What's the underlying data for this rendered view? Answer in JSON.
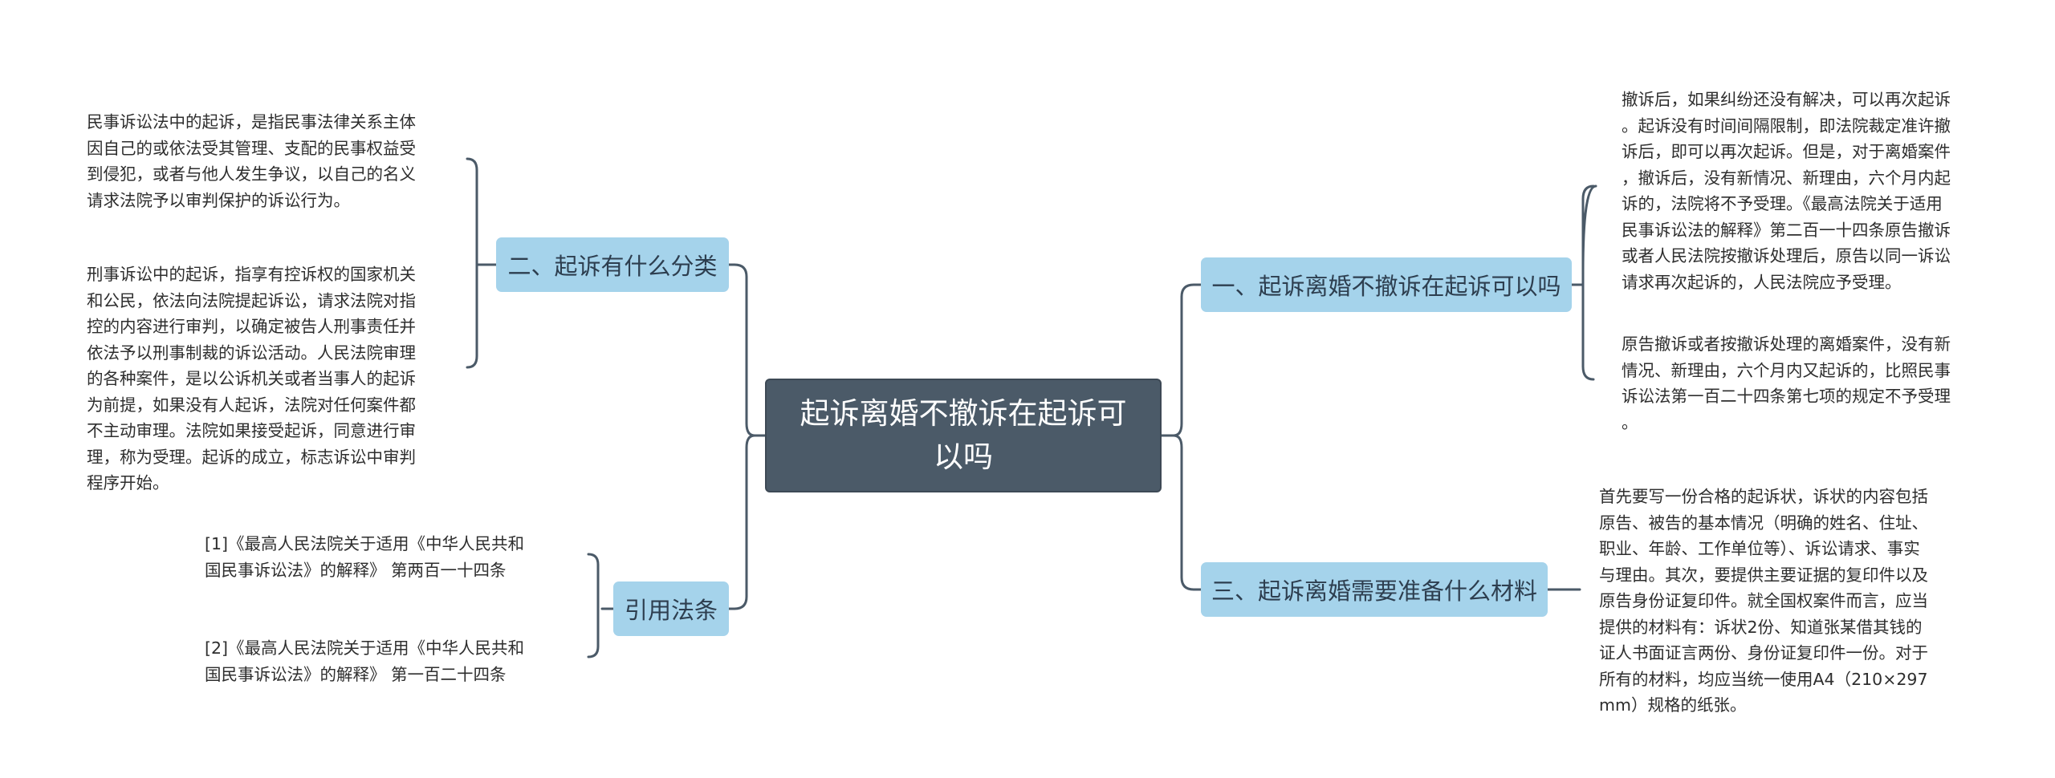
{
  "root": {
    "title": "起诉离婚不撤诉在起诉可以吗"
  },
  "branches": {
    "b1": {
      "label": "一、起诉离婚不撤诉在起诉可以吗",
      "leaves": [
        [
          "撤诉后，如果纠纷还没有解决，可以再次起诉",
          "。起诉没有时间间隔限制，即法院裁定准许撤",
          "诉后，即可以再次起诉。但是，对于离婚案件",
          "，撤诉后，没有新情况、新理由，六个月内起",
          "诉的，法院将不予受理。《最高法院关于适用",
          "民事诉讼法的解释》第二百一十四条原告撤诉",
          "或者人民法院按撤诉处理后，原告以同一诉讼",
          "请求再次起诉的，人民法院应予受理。"
        ],
        [
          "原告撤诉或者按撤诉处理的离婚案件，没有新",
          "情况、新理由，六个月内又起诉的，比照民事",
          "诉讼法第一百二十四条第七项的规定不予受理",
          "。"
        ]
      ]
    },
    "b2": {
      "label": "二、起诉有什么分类",
      "leaves": [
        [
          "民事诉讼法中的起诉，是指民事法律关系主体",
          "因自己的或依法受其管理、支配的民事权益受",
          "到侵犯，或者与他人发生争议，以自己的名义",
          "请求法院予以审判保护的诉讼行为。"
        ],
        [
          "刑事诉讼中的起诉，指享有控诉权的国家机关",
          "和公民，依法向法院提起诉讼，请求法院对指",
          "控的内容进行审判，以确定被告人刑事责任并",
          "依法予以刑事制裁的诉讼活动。人民法院审理",
          "的各种案件，是以公诉机关或者当事人的起诉",
          "为前提，如果没有人起诉，法院对任何案件都",
          "不主动审理。法院如果接受起诉，同意进行审",
          "理，称为受理。起诉的成立，标志诉讼中审判",
          "程序开始。"
        ]
      ]
    },
    "b3": {
      "label": "三、起诉离婚需要准备什么材料",
      "leaves": [
        [
          "首先要写一份合格的起诉状，诉状的内容包括",
          "原告、被告的基本情况（明确的姓名、住址、",
          "职业、年龄、工作单位等）、诉讼请求、事实",
          "与理由。其次，要提供主要证据的复印件以及",
          "原告身份证复印件。就全国权案件而言，应当",
          "提供的材料有：诉状2份、知道张某借其钱的",
          "证人书面证言两份、身份证复印件一份。对于",
          "所有的材料，均应当统一使用A4（210×297",
          "mm）规格的纸张。"
        ]
      ]
    },
    "b4": {
      "label": "引用法条",
      "leaves": [
        [
          "[1]《最高人民法院关于适用《中华人民共和",
          "国民事诉讼法》的解释》 第两百一十四条"
        ],
        [
          "[2]《最高人民法院关于适用《中华人民共和",
          "国民事诉讼法》的解释》 第一百二十四条"
        ]
      ]
    }
  },
  "colors": {
    "root_fill": "#4b5a68",
    "branch_fill": "#a5d3eb",
    "connector": "#4b5a68",
    "text": "#2e2e2e"
  }
}
